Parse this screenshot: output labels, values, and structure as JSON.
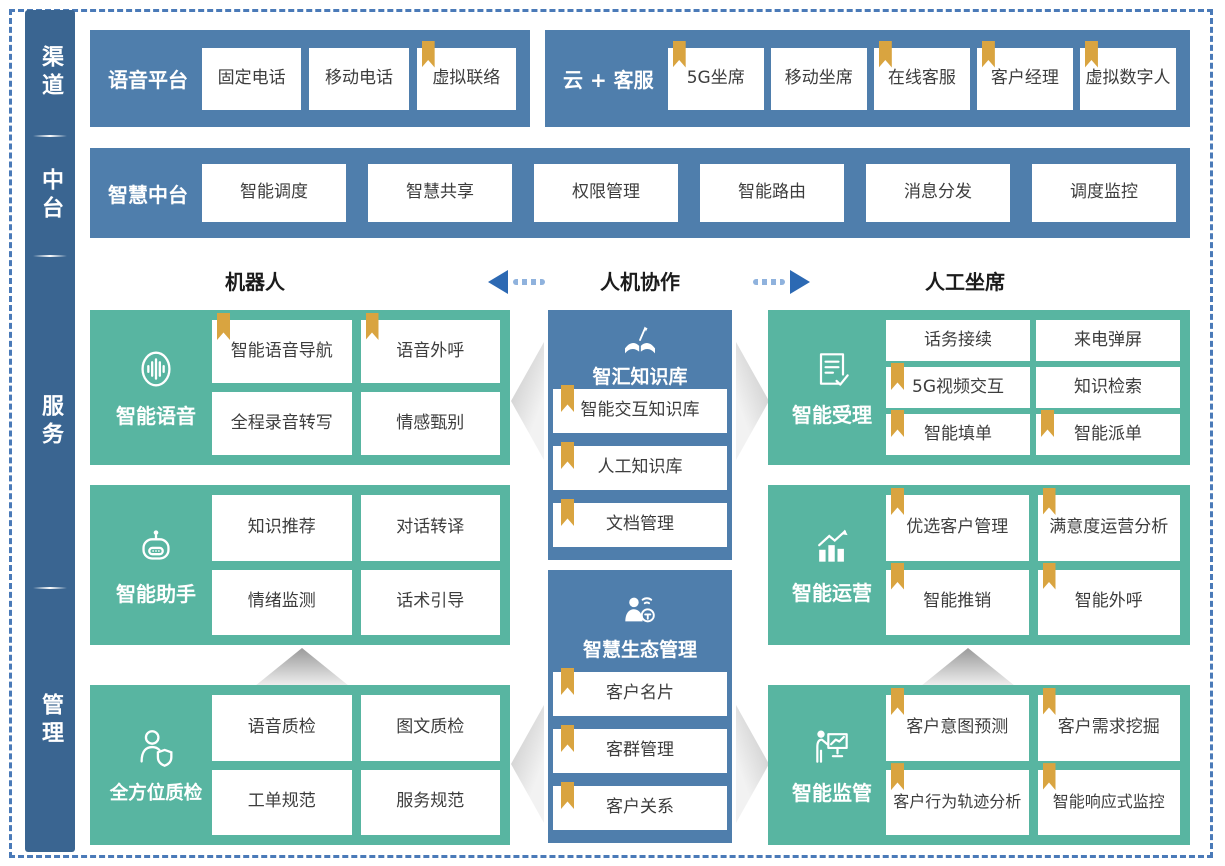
{
  "colors": {
    "sidebar_blue": "#3a6591",
    "panel_blue": "#4f7eac",
    "green": "#58b5a1",
    "bookmark_gold": "#d9a440",
    "arrow_blue": "#2c69b3",
    "dashed_border": "#4a7ab8"
  },
  "sidebar": {
    "items": [
      {
        "label": "渠道"
      },
      {
        "label": "中台"
      },
      {
        "label": "服务"
      },
      {
        "label": "管理"
      }
    ]
  },
  "rows": {
    "voice": {
      "title": "语音平台",
      "items": [
        {
          "label": "固定电话",
          "bookmark": false
        },
        {
          "label": "移动电话",
          "bookmark": false
        },
        {
          "label": "虚拟联络",
          "bookmark": true
        }
      ]
    },
    "cloud": {
      "title": "云 + 客服",
      "items": [
        {
          "label": "5G坐席",
          "bookmark": true
        },
        {
          "label": "移动坐席",
          "bookmark": false
        },
        {
          "label": "在线客服",
          "bookmark": true
        },
        {
          "label": "客户经理",
          "bookmark": true
        },
        {
          "label": "虚拟数字人",
          "bookmark": true
        }
      ]
    },
    "midplatform": {
      "title": "智慧中台",
      "items": [
        {
          "label": "智能调度"
        },
        {
          "label": "智慧共享"
        },
        {
          "label": "权限管理"
        },
        {
          "label": "智能路由"
        },
        {
          "label": "消息分发"
        },
        {
          "label": "调度监控"
        }
      ]
    }
  },
  "collab_header": {
    "left": "机器人",
    "center": "人机协作",
    "right": "人工坐席"
  },
  "left_column": [
    {
      "title": "智能语音",
      "icon": "voice-wave-icon",
      "items": [
        {
          "label": "智能语音导航",
          "bookmark": true
        },
        {
          "label": "语音外呼",
          "bookmark": true
        },
        {
          "label": "全程录音转写",
          "bookmark": false
        },
        {
          "label": "情感甄别",
          "bookmark": false
        }
      ]
    },
    {
      "title": "智能助手",
      "icon": "robot-icon",
      "items": [
        {
          "label": "知识推荐",
          "bookmark": false
        },
        {
          "label": "对话转译",
          "bookmark": false
        },
        {
          "label": "情绪监测",
          "bookmark": false
        },
        {
          "label": "话术引导",
          "bookmark": false
        }
      ]
    },
    {
      "title": "全方位质检",
      "icon": "person-shield-icon",
      "items": [
        {
          "label": "语音质检",
          "bookmark": false
        },
        {
          "label": "图文质检",
          "bookmark": false
        },
        {
          "label": "工单规范",
          "bookmark": false
        },
        {
          "label": "服务规范",
          "bookmark": false
        }
      ]
    }
  ],
  "middle_column": [
    {
      "title": "智汇知识库",
      "icon": "book-pen-icon",
      "items": [
        {
          "label": "智能交互知识库",
          "bookmark": true
        },
        {
          "label": "人工知识库",
          "bookmark": true
        },
        {
          "label": "文档管理",
          "bookmark": true
        }
      ]
    },
    {
      "title": "智慧生态管理",
      "icon": "person-network-icon",
      "items": [
        {
          "label": "客户名片",
          "bookmark": true
        },
        {
          "label": "客群管理",
          "bookmark": true
        },
        {
          "label": "客户关系",
          "bookmark": true
        }
      ]
    }
  ],
  "right_column": [
    {
      "title": "智能受理",
      "icon": "document-check-icon",
      "items": [
        {
          "label": "话务接续",
          "bookmark": false
        },
        {
          "label": "来电弹屏",
          "bookmark": false
        },
        {
          "label": "5G视频交互",
          "bookmark": true
        },
        {
          "label": "知识检索",
          "bookmark": false
        },
        {
          "label": "智能填单",
          "bookmark": true
        },
        {
          "label": "智能派单",
          "bookmark": true
        }
      ]
    },
    {
      "title": "智能运营",
      "icon": "chart-growth-icon",
      "items": [
        {
          "label": "优选客户管理",
          "bookmark": true
        },
        {
          "label": "满意度运营分析",
          "bookmark": true
        },
        {
          "label": "智能推销",
          "bookmark": true
        },
        {
          "label": "智能外呼",
          "bookmark": true
        }
      ]
    },
    {
      "title": "智能监管",
      "icon": "presenter-chart-icon",
      "items": [
        {
          "label": "客户意图预测",
          "bookmark": true
        },
        {
          "label": "客户需求挖掘",
          "bookmark": true
        },
        {
          "label": "客户行为轨迹分析",
          "bookmark": true
        },
        {
          "label": "智能响应式监控",
          "bookmark": true
        }
      ]
    }
  ]
}
